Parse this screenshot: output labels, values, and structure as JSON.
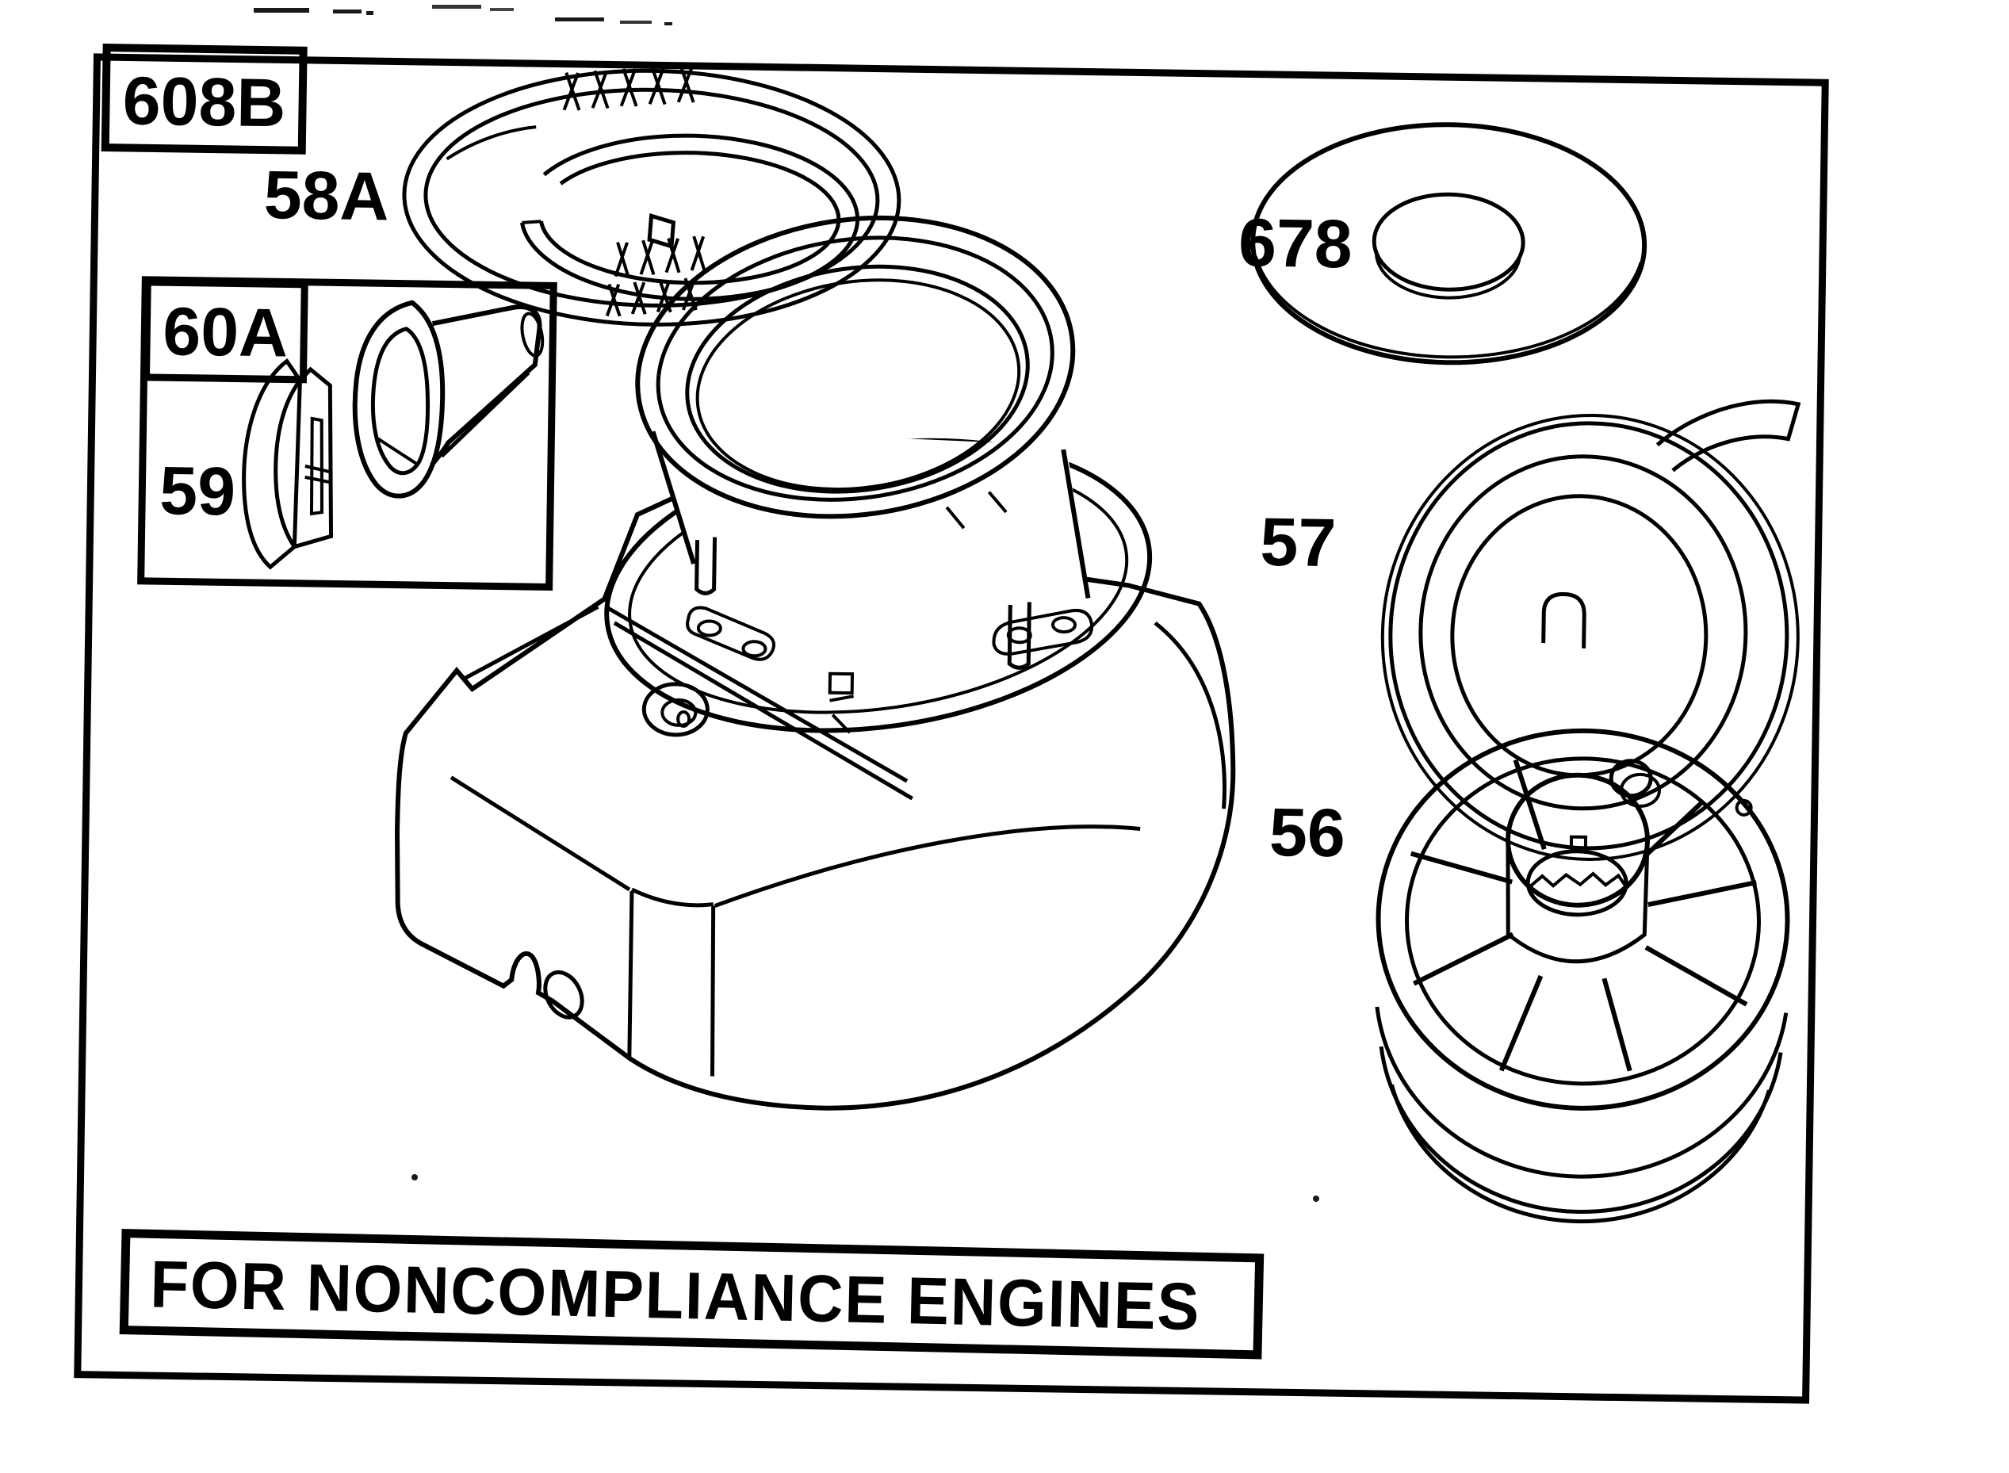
{
  "page": {
    "background": "#ffffff",
    "ink": "#000000"
  },
  "diagram": {
    "group_label": "608B",
    "callouts": {
      "coil_spring": "58A",
      "grip_group": "60A",
      "insert": "59",
      "washer": "678",
      "rewind_spring": "57",
      "pulley": "56"
    },
    "banner": "FOR NONCOMPLIANCE ENGINES"
  }
}
